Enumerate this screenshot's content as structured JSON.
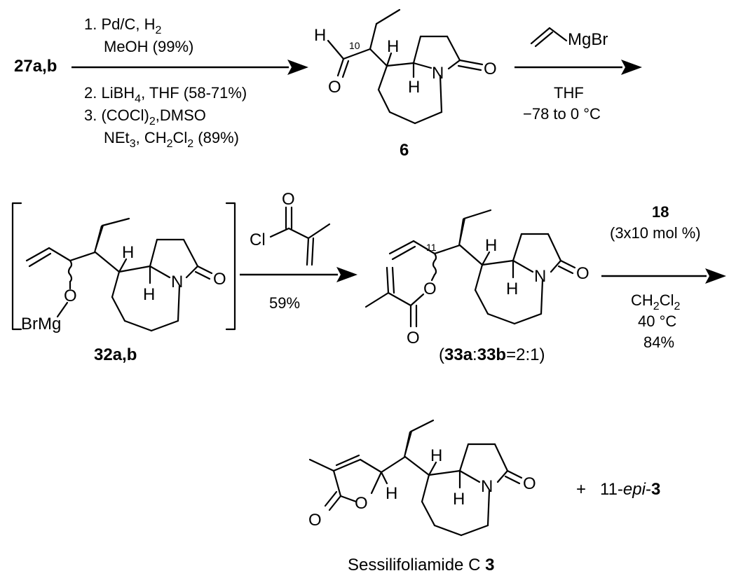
{
  "step1": {
    "start_label": "27a,b",
    "above": [
      "1. Pd/C, H",
      "2",
      "MeOH (99%)"
    ],
    "below": [
      "2. LiBH",
      "4",
      ", THF (58-71%)",
      "3. (COCl)",
      "2",
      ",DMSO",
      "NEt",
      "3",
      ", CH",
      "2",
      "Cl",
      "2",
      " (89%)"
    ]
  },
  "compound6": {
    "label": "6",
    "atoms": [
      "H",
      "O",
      "H",
      "H",
      "N",
      "O"
    ],
    "locant": "10"
  },
  "step2": {
    "reagent": "MgBr",
    "below": [
      "THF",
      "−78 to 0 °C"
    ]
  },
  "compound32": {
    "label": "32a,b",
    "atoms": [
      "H",
      "O",
      "BrMg",
      "H",
      "N",
      "O"
    ]
  },
  "step3": {
    "reagent_atoms": [
      "O",
      "Cl"
    ],
    "yield": "59%"
  },
  "compound33": {
    "label_parts": [
      "(",
      "33a",
      ":",
      "33b",
      "=2:1)"
    ],
    "atoms": [
      "O",
      "O",
      "H",
      "H",
      "N",
      "O"
    ],
    "locant": "11"
  },
  "step4": {
    "catalyst": "18",
    "loading": "(3x10 mol %)",
    "solvent": [
      "CH",
      "2",
      "Cl",
      "2"
    ],
    "temp": "40 °C",
    "yield": "84%"
  },
  "product": {
    "name": "Sessilifoliamide C ",
    "number": "3",
    "atoms": [
      "O",
      "O",
      "H",
      "H",
      "H",
      "N",
      "O"
    ],
    "plus": "+",
    "epi_parts": [
      "11-",
      "epi",
      "-",
      "3"
    ]
  }
}
